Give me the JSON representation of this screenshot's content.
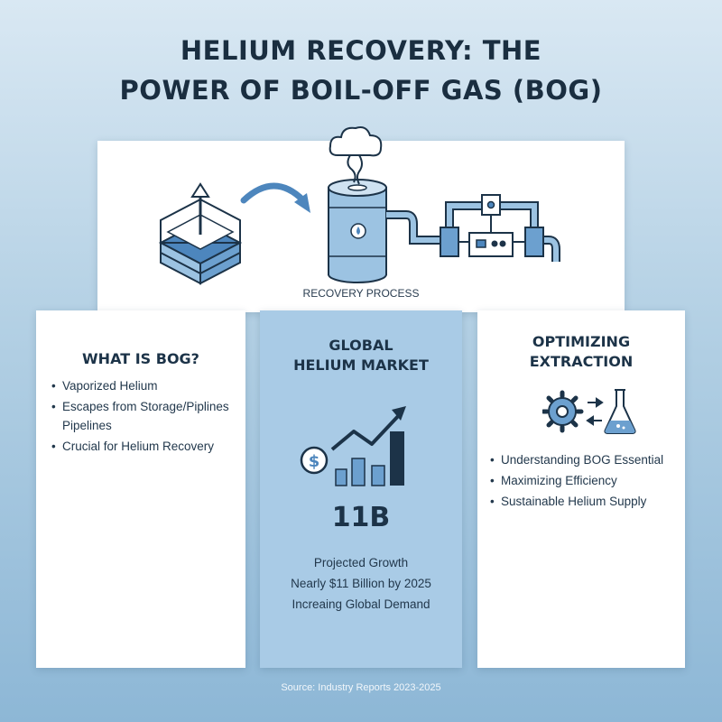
{
  "title": {
    "line1": "HELIUM RECOVERY: THE",
    "line2": "POWER OF BOIL-OFF GAS (BOG)"
  },
  "process": {
    "label": "RECOVERY PROCESS",
    "icons": [
      "storage-tank-icon",
      "flow-arrow-icon",
      "boil-off-steam-icon",
      "bog-cylinder-icon",
      "pipeline-valve-icon"
    ]
  },
  "left_card": {
    "heading": "WHAT IS BOG?",
    "items": [
      "Vaporized Helium",
      "Escapes from Storage/Piplines Pipelines",
      "Crucial for Helium Recovery"
    ]
  },
  "mid_card": {
    "heading_line1": "GLOBAL",
    "heading_line2": "HELIUM MARKET",
    "icon": "growth-chart-icon",
    "stat_value": "11B",
    "lines": [
      "Projected Growth",
      "Nearly $11 Billion by 2025",
      "Increaing Global Demand"
    ]
  },
  "right_card": {
    "heading_line1": "OPTIMIZING",
    "heading_line2": "EXTRACTION",
    "icons": [
      "gear-icon",
      "flask-icon"
    ],
    "items": [
      "Understanding BOG Essential",
      "Maximizing Efficiency",
      "Sustainable Helium Supply"
    ]
  },
  "source": "Source: Industry Reports 2023-2025",
  "colors": {
    "background_top": "#d9e8f3",
    "background_bottom": "#8db7d6",
    "accent_blue": "#5b93c7",
    "dark_navy": "#1c3348",
    "mid_card": "#a9cbe6"
  }
}
